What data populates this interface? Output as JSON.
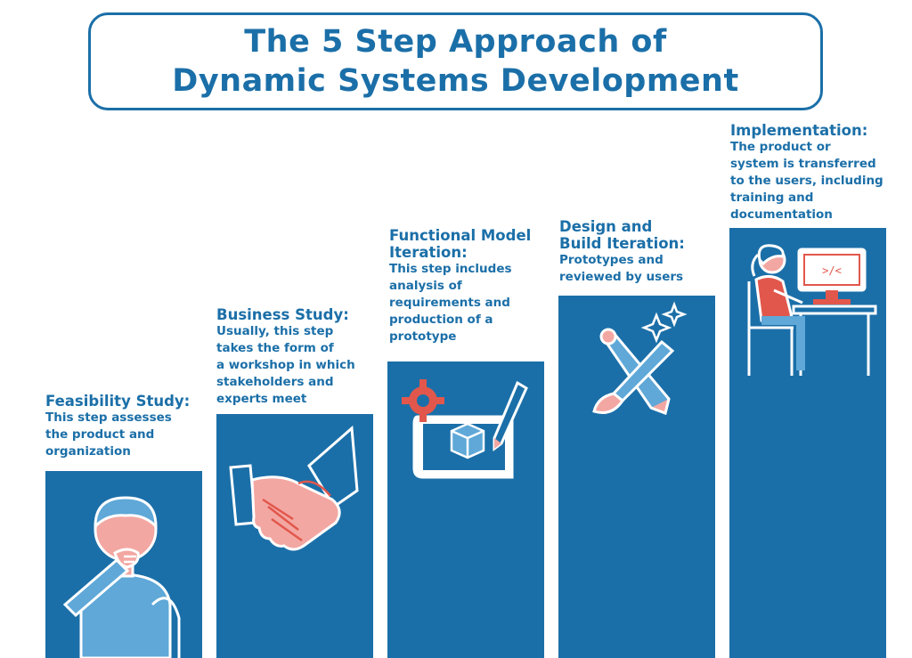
{
  "title": {
    "line1": "The 5 Step Approach of",
    "line2": "Dynamic Systems Development"
  },
  "steps": [
    {
      "heading": [
        "Feasibility Study:"
      ],
      "description": [
        "This step assesses",
        "the product and",
        "organization"
      ],
      "icon": "thinking-person-icon"
    },
    {
      "heading": [
        "Business Study:"
      ],
      "description": [
        "Usually, this step",
        "takes the form of",
        "a workshop in which",
        "stakeholders and",
        "experts meet"
      ],
      "icon": "handshake-icon"
    },
    {
      "heading": [
        "Functional Model",
        "Iteration:"
      ],
      "description": [
        "This step includes",
        "analysis of",
        "requirements and",
        "production of a",
        "prototype"
      ],
      "icon": "blueprint-gear-pencil-icon"
    },
    {
      "heading": [
        "Design and",
        "Build Iteration:"
      ],
      "description": [
        "Prototypes and",
        "reviewed by users"
      ],
      "icon": "pencil-brush-sparkle-icon"
    },
    {
      "heading": [
        "Implementation:"
      ],
      "description": [
        "The product or",
        "system is transferred",
        "to the users, including",
        "training and",
        "documentation"
      ],
      "icon": "person-at-computer-icon"
    }
  ],
  "colors": {
    "primary_blue": "#1b6fa8",
    "light_blue": "#5fa8d8",
    "skin_pink": "#f3a7a2",
    "accent_red": "#e2574c",
    "white": "#ffffff"
  }
}
